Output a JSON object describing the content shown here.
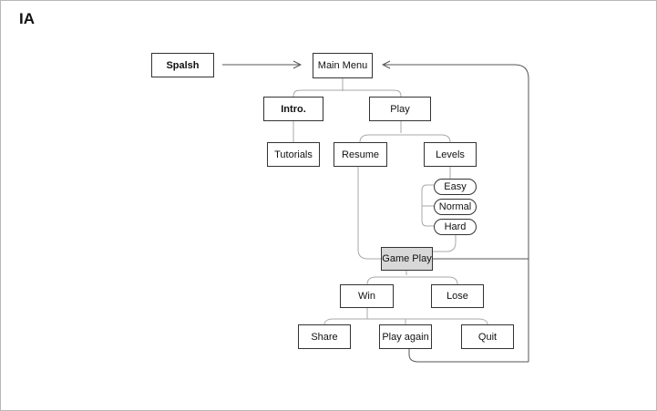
{
  "title": "IA",
  "nodes": {
    "splash": "Spalsh",
    "main_menu": "Main Menu",
    "intro": "Intro.",
    "play": "Play",
    "tutorials": "Tutorials",
    "resume": "Resume",
    "levels": "Levels",
    "easy": "Easy",
    "normal": "Normal",
    "hard": "Hard",
    "game_play": "Game Play",
    "win": "Win",
    "lose": "Lose",
    "share": "Share",
    "play_again": "Play again",
    "quit": "Quit"
  },
  "colors": {
    "box_border": "#333333",
    "connector": "#aaaaaa",
    "arrow": "#555555",
    "highlight_fill": "#d8d8d8"
  }
}
